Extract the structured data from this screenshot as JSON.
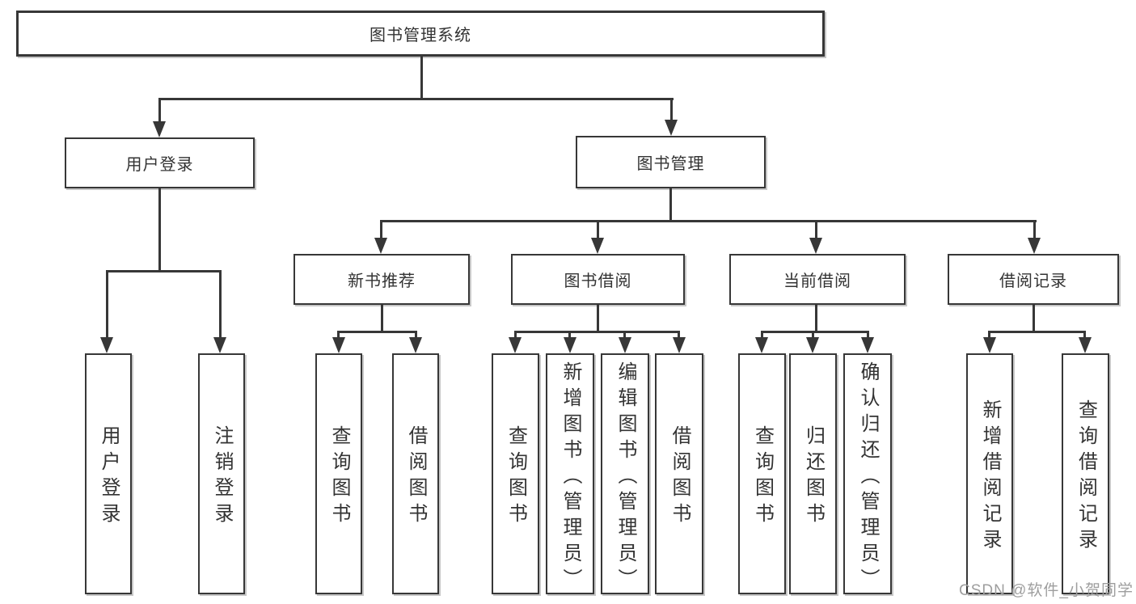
{
  "diagram": {
    "root": {
      "label": "图书管理系统"
    },
    "branches": [
      {
        "label": "用户登录",
        "children": [
          {
            "label": "用户登录"
          },
          {
            "label": "注销登录"
          }
        ]
      },
      {
        "label": "图书管理",
        "children": [
          {
            "label": "新书推荐",
            "children": [
              {
                "label": "查询图书"
              },
              {
                "label": "借阅图书"
              }
            ]
          },
          {
            "label": "图书借阅",
            "children": [
              {
                "label": "查询图书"
              },
              {
                "label": "新增图书（管理员）"
              },
              {
                "label": "编辑图书（管理员）"
              },
              {
                "label": "借阅图书"
              }
            ]
          },
          {
            "label": "当前借阅",
            "children": [
              {
                "label": "查询图书"
              },
              {
                "label": "归还图书"
              },
              {
                "label": "确认归还（管理员）"
              }
            ]
          },
          {
            "label": "借阅记录",
            "children": [
              {
                "label": "新增借阅记录"
              },
              {
                "label": "查询借阅记录"
              }
            ]
          }
        ]
      }
    ]
  },
  "watermark": {
    "text": "CSDN @软件_小贺同学"
  },
  "colors": {
    "line": "#373737",
    "text": "#333333",
    "background": "#ffffff",
    "watermark": "#9e9e9e"
  }
}
